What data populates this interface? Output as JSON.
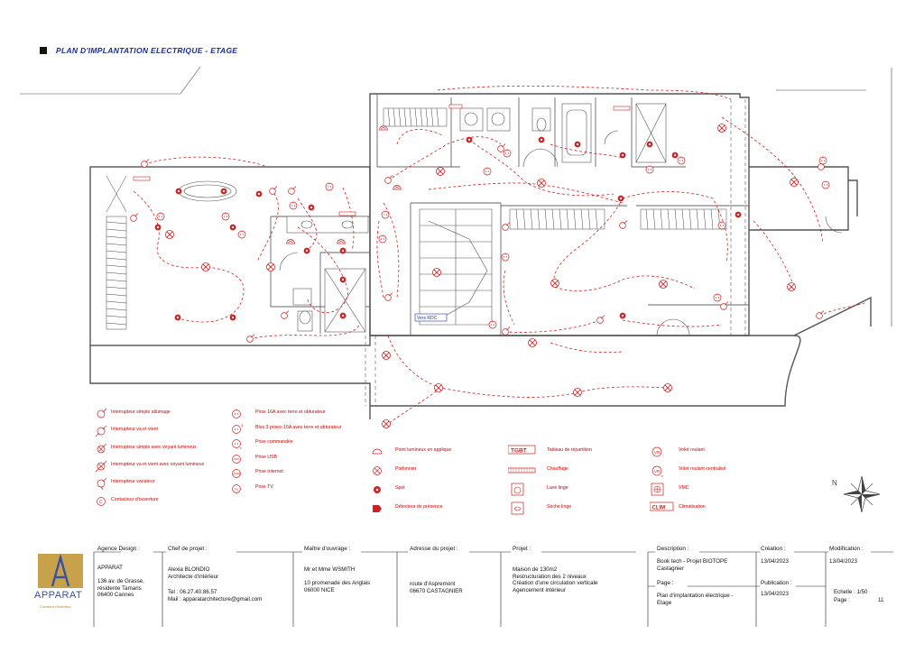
{
  "page_title": "PLAN D'IMPLANTATION ELECTRIQUE - ETAGE",
  "plan_labels": {
    "stair_label": "Vers RDC"
  },
  "legend": [
    {
      "sym": "sw",
      "text": "Interrupteur simple allumage"
    },
    {
      "sym": "swvv",
      "text": "Interrupteur va et vient"
    },
    {
      "sym": "swl",
      "text": "Interrupteur simple avec voyant lumineux"
    },
    {
      "sym": "swvvl",
      "text": "Interrupteur va et vient avec voyant lumineux"
    },
    {
      "sym": "swv",
      "text": "Interrupteur variateur"
    },
    {
      "sym": "ctc",
      "text": "Contacteur d'ouverture"
    },
    {
      "sym": "pr16",
      "text": "Prise 16A avec terre et obturateur"
    },
    {
      "sym": "pr3",
      "text": "Bloc 3 prises 16A avec terre et obturateur"
    },
    {
      "sym": "prc",
      "text": "Prise commandée"
    },
    {
      "sym": "usb",
      "text": "Prise USB"
    },
    {
      "sym": "rj",
      "text": "Prise Internet"
    },
    {
      "sym": "tv",
      "text": "Prise TV"
    },
    {
      "sym": "app",
      "text": "Point lumineux en applique"
    },
    {
      "sym": "pla",
      "text": "Plafonnier"
    },
    {
      "sym": "spot",
      "text": "Spot"
    },
    {
      "sym": "det",
      "text": "Détecteur de présence"
    },
    {
      "sym": "tgbt",
      "text": "Tableau de répartition",
      "tag": "TGBT"
    },
    {
      "sym": "chauf",
      "text": "Chauffage"
    },
    {
      "sym": "lave",
      "text": "Lave linge"
    },
    {
      "sym": "seche",
      "text": "Sèche linge"
    },
    {
      "sym": "vr",
      "text": "Volet roulant"
    },
    {
      "sym": "vrc",
      "text": "Volet roulant centralisé"
    },
    {
      "sym": "vmc",
      "text": "VMC"
    },
    {
      "sym": "clim",
      "text": "Climatisation",
      "tag": "CLIM"
    }
  ],
  "compass_label": "N",
  "title_block": {
    "agence_h": "Agence Design :",
    "agence": "APPARAT\n\n136 av. de Grasse,\nrésidente Tamaris\n06400 Cannes",
    "chef_h": "Chef de projet :",
    "chef": "Alexia BLONDIO\nArchitecte d'intérieur",
    "chef_contact": "Tel : 06.27.40.86.57\nMail : apparatarchitecture@gmail.com",
    "moa_h": "Maître d'ouvrage :",
    "moa": "Mr et Mme WSMITH\n\n10 promenade des Anglais\n06000 NICE",
    "adresse_h": "Adresse du projet :",
    "adresse": "route d'Aspremont\n06670 CASTAGNIER",
    "projet_h": "Projet :",
    "projet": "Maison de 130m2\nRestructuration des 2 niveaux\nCréation d'une circulation verticale\nAgencement intérieur",
    "desc_h": "Description :",
    "desc": "Book tech - Projet BIOTOPE\nCastagnier",
    "page_h": "Page :",
    "page_desc": "Plan d'implantation électrique -\nEtage",
    "creation_h": "Création :",
    "creation": "13/04/2023",
    "publication_h": "Publication :",
    "publication": "13/04/2023",
    "modification_h": "Modification :",
    "modification": "13/04/2023",
    "echelle": "Echelle : 1/50",
    "page_label": "Page :",
    "page_num": "11",
    "logo": "APPARAT",
    "logo_sub": "Créatrice d'intérieur"
  },
  "colors": {
    "plan_red": "#d42020",
    "ink": "#222222",
    "brand_blue": "#3c4fa0",
    "brand_gold": "#b08a2e"
  }
}
